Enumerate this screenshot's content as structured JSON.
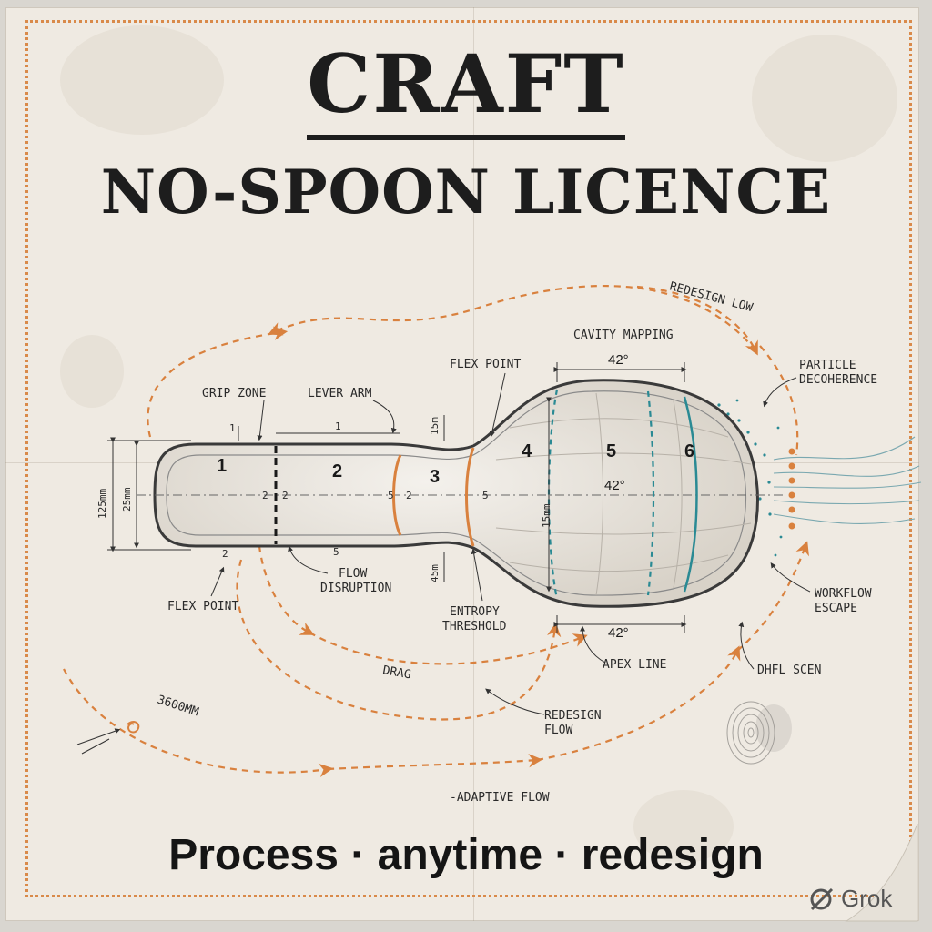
{
  "title": "CRAFT",
  "subtitle": "NO-SPOON LICENCE",
  "footer": "Process · anytime · redesign",
  "watermark": "Grok",
  "zones": [
    "1",
    "2",
    "3",
    "4",
    "5",
    "6"
  ],
  "labels": {
    "grip_zone": "GRIP ZONE",
    "lever_arm": "LEVER ARM",
    "flex_point_top": "FLEX POINT",
    "cavity_mapping": "CAVITY MAPPING",
    "redesign_low": "REDESIGN LOW",
    "particle_decoherence_1": "PARTICLE",
    "particle_decoherence_2": "DECOHERENCE",
    "flex_point_bottom": "FLEX POINT",
    "flow_disruption_1": "FLOW",
    "flow_disruption_2": "DISRUPTION",
    "entropy_threshold_1": "ENTROPY",
    "entropy_threshold_2": "THRESHOLD",
    "apex_line": "APEX LINE",
    "workflow_escape_1": "WORKFLOW",
    "workflow_escape_2": "ESCAPE",
    "dhfl_scen": "DHFL SCEN",
    "drag": "DRAG",
    "redesign_flow_1": "REDESIGN",
    "redesign_flow_2": "FLOW",
    "distance": "3600mm",
    "adaptive_flow": "-ADAPTIVE FLOW"
  },
  "dimensions": {
    "outer_height": "125mm",
    "inner_height": "25mm",
    "neck_top": "15m",
    "neck_bottom": "45m",
    "bowl_height": "15mm",
    "angle_top": "42°",
    "angle_mid": "42°",
    "angle_bottom": "42°",
    "tick_1": "1",
    "tick_2": "1",
    "tick_3": "5",
    "tick_4": "2",
    "tick_5": "5",
    "tick_6": "2",
    "tick_7": "5",
    "tick_8": "2",
    "tick_9": "2"
  },
  "colors": {
    "paper": "#efeae2",
    "ink": "#1d1d1d",
    "accent_orange": "#d9813e",
    "accent_teal": "#2a8a94"
  },
  "icons": [
    "fingerprint-smudge-icon",
    "grok-logo-icon"
  ]
}
